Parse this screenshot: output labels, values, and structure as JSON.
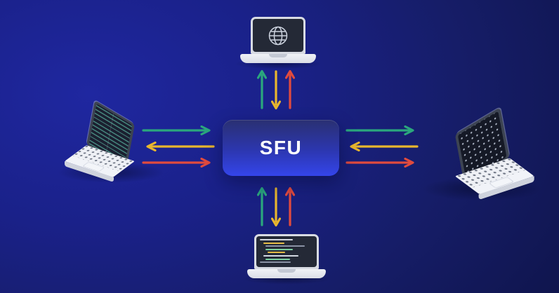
{
  "sfu": {
    "label": "SFU"
  },
  "colors": {
    "bg_glow": "#1f27a0",
    "bg_mid": "#161d68",
    "bg_dark": "#0c1140",
    "sfu_top": "#2a3072",
    "sfu_bottom": "#3445ea",
    "sfu_text": "#ffffff",
    "green": "#2ba77d",
    "yellow": "#e8b62e",
    "red": "#e14b3e",
    "laptop_body": "#e9ecf2",
    "laptop_bezel": "#d8dbe3",
    "laptop_screen": "#242936"
  },
  "clients": {
    "top": {
      "screen": "globe-browser"
    },
    "left": {
      "screen": "code-editor"
    },
    "right": {
      "screen": "terminal-matrix"
    },
    "bottom": {
      "screen": "code-editor"
    }
  },
  "links": {
    "top": {
      "orientation": "vertical",
      "arrows": [
        {
          "color": "green",
          "dir": "up"
        },
        {
          "color": "yellow",
          "dir": "down"
        },
        {
          "color": "red",
          "dir": "up"
        }
      ]
    },
    "left": {
      "orientation": "horizontal",
      "arrows": [
        {
          "color": "green",
          "dir": "right"
        },
        {
          "color": "yellow",
          "dir": "left"
        },
        {
          "color": "red",
          "dir": "right"
        }
      ]
    },
    "right": {
      "orientation": "horizontal",
      "arrows": [
        {
          "color": "green",
          "dir": "right"
        },
        {
          "color": "yellow",
          "dir": "left"
        },
        {
          "color": "red",
          "dir": "right"
        }
      ]
    },
    "bottom": {
      "orientation": "vertical",
      "arrows": [
        {
          "color": "green",
          "dir": "up"
        },
        {
          "color": "yellow",
          "dir": "down"
        },
        {
          "color": "red",
          "dir": "up"
        }
      ]
    }
  }
}
